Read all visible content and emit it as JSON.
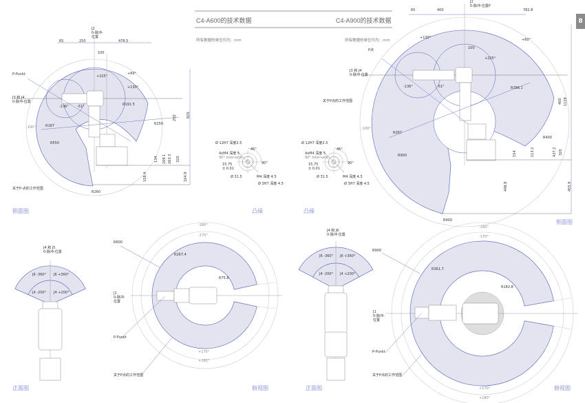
{
  "page_number": "8",
  "a600": {
    "title": "C4-A600的技术数据",
    "unit_note": "所有数据的单位均为：mm",
    "side": {
      "view_label": "侧面图",
      "labels": [
        "J2\n0-脉冲-\n位置",
        "65",
        "250",
        "478.5",
        "100",
        "P-Punkt",
        "+225°",
        "+69°",
        "+130°",
        "J3 和 J4\n0-脉冲-位置",
        "-136°",
        "-51°",
        "R191.5",
        "R250",
        "R187",
        "-100°",
        "R550",
        "250",
        "820",
        "134",
        "209.1",
        "263.3",
        "320",
        "158.4",
        "164.9",
        "关于P-点的工作范围",
        "R260"
      ]
    },
    "flange": {
      "view_label": "凸缘",
      "labels": [
        "Ø 12H7 深度2.5",
        "4xM4 深度 5",
        "90° Intervalle",
        "15.75\n± 0.01",
        "Ø 31.5",
        "M4 深度 4.5",
        "Ø 3H7 深度 4.5",
        "45°",
        "90°"
      ]
    },
    "front": {
      "view_label": "正面图",
      "labels": [
        "J4 和 J5\n0-脉冲-位置",
        "J6 -360°",
        "J6 +360°",
        "J4 -200°",
        "J4 +200°"
      ]
    },
    "top": {
      "view_label": "俯视图",
      "labels": [
        "R600",
        "R267.4",
        "R75.8",
        "J1\n0-脉冲-\n位置",
        "P-Punkt",
        "关于P点的工作范围",
        "-180°",
        "-170°",
        "+170°",
        "+180°"
      ]
    }
  },
  "a900": {
    "title": "C4-A900的技术数据",
    "unit_note": "所有数据的单位均为：mm",
    "side": {
      "view_label": "侧面图",
      "labels": [
        "J2\n0-脉冲-位置P",
        "65",
        "400",
        "782.8",
        "100",
        "P点",
        "+225°",
        "+60°",
        "+130°",
        "J3 和 J4\n0-脉冲-位置",
        "-136°",
        "-51°",
        "R396.1",
        "R400",
        "R267",
        "-100°",
        "R900",
        "400",
        "1129",
        "154",
        "113.2",
        "437.2",
        "320",
        "448.8",
        "455.9",
        "关于P点的工作范围",
        "R400"
      ]
    },
    "flange": {
      "view_label": "凸缘",
      "labels": [
        "Ø 12H7 深度2.5",
        "4xM4 深度 5",
        "90° Intervalle",
        "15.75\n± 0.01",
        "Ø 31.5",
        "M4 深度 4.5",
        "Ø 3H7 深度 4.5",
        "45°",
        "90°"
      ]
    },
    "front": {
      "view_label": "正面图",
      "labels": [
        "J4 和 J6\n0-脉冲-位置",
        "J6 -360°",
        "J6 +360°",
        "J4 -200°",
        "J4 +200°"
      ]
    },
    "top": {
      "view_label": "俯视图",
      "labels": [
        "R900",
        "R361.7",
        "R182.8",
        "J1\n0-脉冲-\n位置",
        "P-Punkt",
        "关于P点的工作范围",
        "-180°",
        "-170°",
        "+170°",
        "+180°"
      ]
    }
  },
  "colors": {
    "work_area": "#e4e4f0",
    "line_blue": "#4a5eb2",
    "view_label": "#8c9ad6"
  }
}
